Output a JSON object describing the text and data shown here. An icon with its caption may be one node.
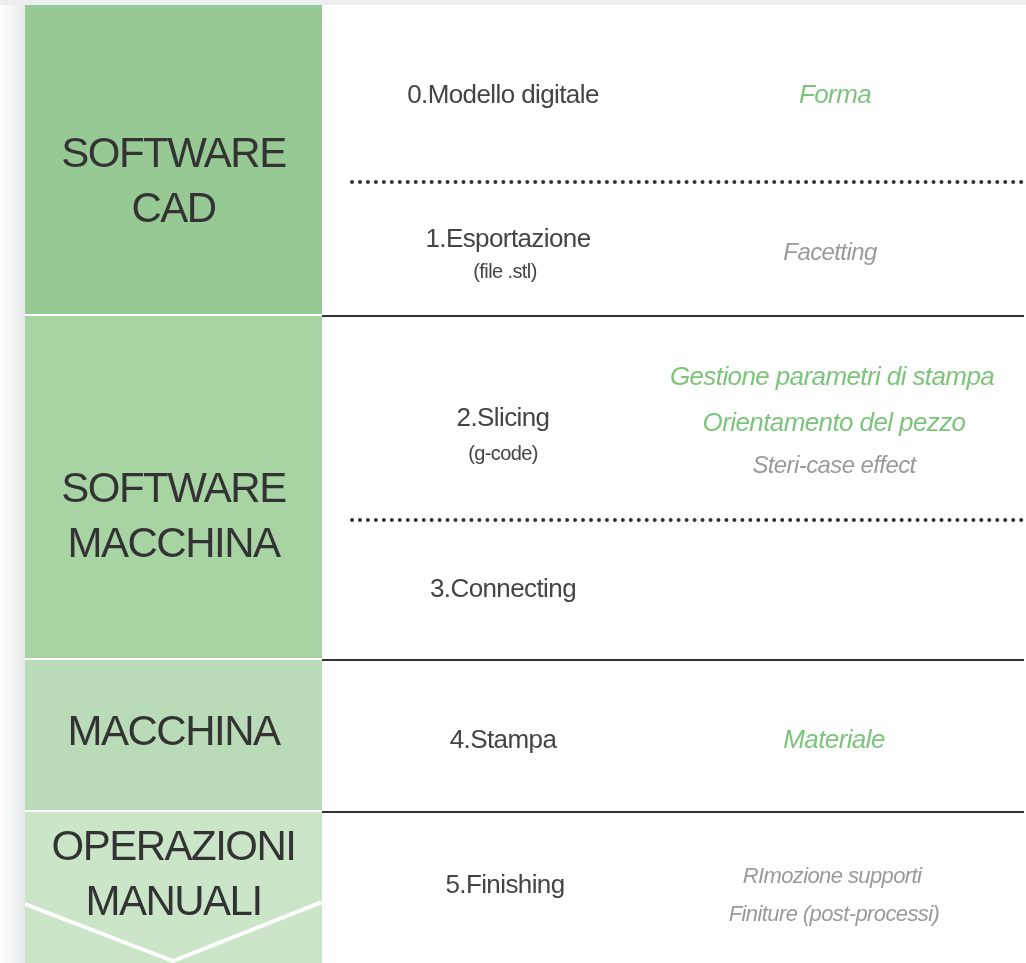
{
  "diagram": {
    "nodes": [
      {
        "text": [
          "SOFTWARE CAD"
        ]
      },
      {
        "text": [
          "SOFTWARE MACCHINA"
        ]
      },
      {
        "text": [
          "MACCHINA"
        ]
      },
      {
        "text": [
          "OPERAZIONI MANUALI"
        ]
      }
    ],
    "labels": [
      "0.Modello digitale",
      "Forma",
      "1.Esportazione",
      "(file .stl)",
      "Facetting",
      "Gestione parametri di stampa",
      "2.Slicing",
      "Orientamento del pezzo",
      "(g-code)",
      "Steri-case effect",
      "3.Connecting",
      "4.Stampa",
      "Materiale",
      "5.Finishing",
      "RImozione supporti",
      "Finiture (post-processi)"
    ]
  }
}
